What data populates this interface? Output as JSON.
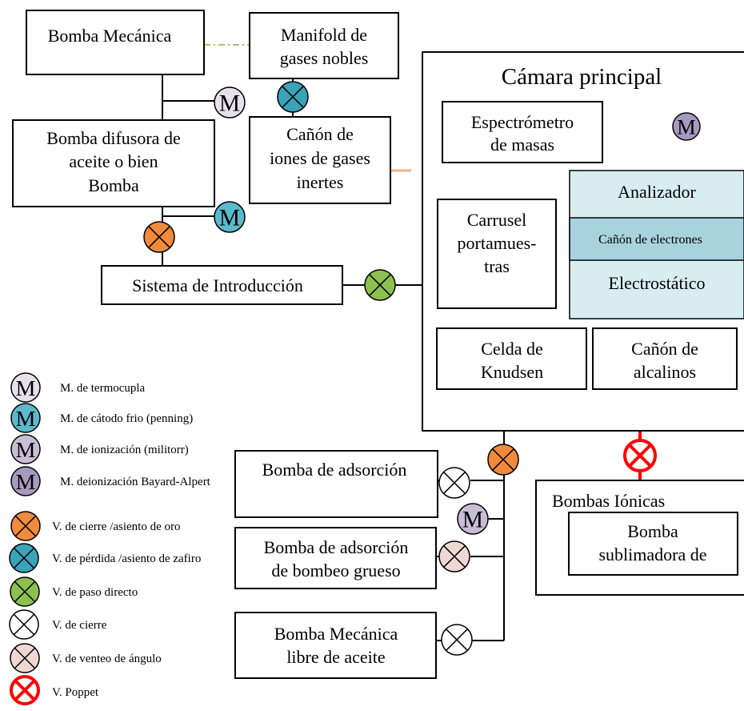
{
  "colors": {
    "termocupla": "#e6e0ea",
    "penning": "#5db8cc",
    "militorr": "#c9bdd6",
    "bayard_alpert": "#a79ac0",
    "cierre_oro": "#f08a3c",
    "zafiro": "#3aa3b8",
    "paso_directo": "#8cc04f",
    "cierre": "#ffffff",
    "venteo": "#efd8d4",
    "poppet": "#ff0000",
    "analizador_fill": "#d8edf2",
    "canon_electrones_fill": "#a8d3de"
  },
  "boxes": {
    "bomba_mecanica": "Bomba Mecánica",
    "manifold": [
      "Manifold de",
      "gases nobles"
    ],
    "camara": "Cámara principal",
    "espectrometro": [
      "Espectrómetro",
      "de masas"
    ],
    "difusora": [
      "Bomba difusora  de",
      "aceite o bien",
      "Bomba"
    ],
    "canon_iones": [
      "Cañón de",
      "iones de gases",
      "inertes"
    ],
    "analizador": "Analizador",
    "canon_electrones": "Cañón de electrones",
    "electrostatico": "Electrostático",
    "carrusel": [
      "Carrusel",
      "portamues-",
      "tras"
    ],
    "sistema_intro": "Sistema de Introducción",
    "celda": [
      "Celda de",
      "Knudsen"
    ],
    "alcalinos": [
      "Cañón de",
      "alcalinos"
    ],
    "adsorcion": "Bomba de adsorción",
    "adsorcion_grueso": [
      "Bomba de adsorción",
      "de bombeo grueso"
    ],
    "mecanica_libre": [
      "Bomba Mecánica",
      "libre de aceite"
    ],
    "ionicas": "Bombas Iónicas",
    "sublimadora": [
      "Bomba",
      "sublimadora de"
    ]
  },
  "gauge_letter": "M",
  "legend": [
    {
      "kind": "gauge",
      "color": "termocupla",
      "label": "M. de termocupla"
    },
    {
      "kind": "gauge",
      "color": "penning",
      "label": "M. de cátodo frio (penning)"
    },
    {
      "kind": "gauge",
      "color": "militorr",
      "label": "M. de ionización (militorr)"
    },
    {
      "kind": "gauge",
      "color": "bayard_alpert",
      "label": "M. deionización Bayard-Alpert"
    },
    {
      "kind": "valve",
      "color": "cierre_oro",
      "label": "V. de cierre /asiento de oro"
    },
    {
      "kind": "valve",
      "color": "zafiro",
      "label": "V. de pérdida /asiento de zafiro"
    },
    {
      "kind": "valve",
      "color": "paso_directo",
      "label": "V. de paso directo"
    },
    {
      "kind": "valve",
      "color": "cierre",
      "label": "V. de cierre"
    },
    {
      "kind": "valve",
      "color": "venteo",
      "label": "V. de venteo de ángulo"
    },
    {
      "kind": "poppet",
      "color": "poppet",
      "label": "V. Poppet"
    }
  ]
}
